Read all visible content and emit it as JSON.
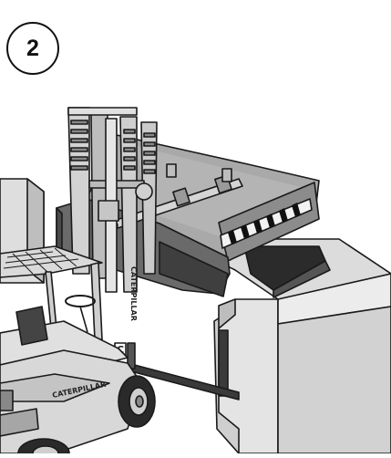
{
  "step": {
    "number": "2"
  },
  "illustration": {
    "subject": "forklift-lifting-dock-leveler",
    "brand_text": "CATERPILLAR",
    "brand_text_chassis": "CATERPILLAR",
    "brand_badge": "C",
    "colors": {
      "line": "#1a1a1a",
      "light_gray": "#d9d9d9",
      "mid_gray": "#a8a8a8",
      "dark_gray": "#4a4a4a",
      "pit": "#2b2b2b"
    }
  }
}
